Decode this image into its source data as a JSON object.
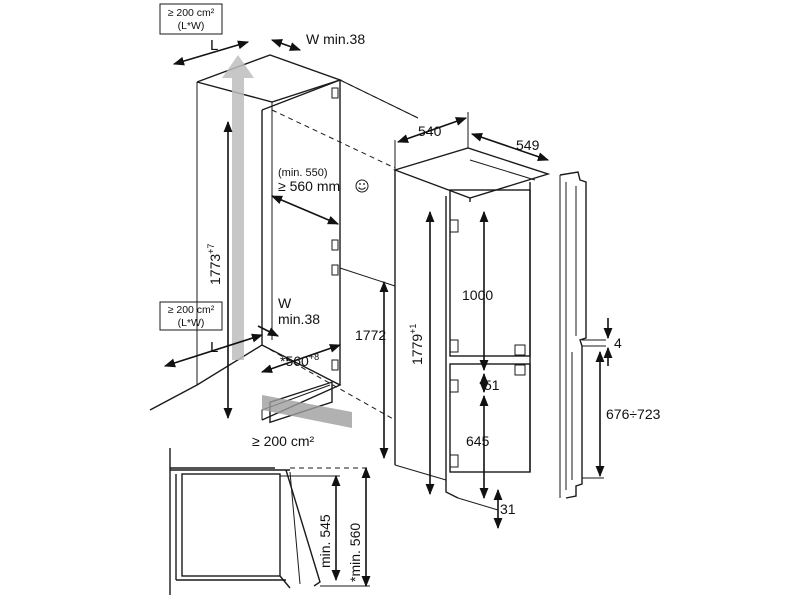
{
  "colors": {
    "line": "#1a1a1a",
    "airflow": "#bdbdbd",
    "airflow_dark": "#9e9e9e",
    "background": "#ffffff"
  },
  "icons": {
    "smiley": "smiley-icon",
    "airflow_arrow": "airflow-arrow-icon"
  },
  "labels": {
    "vent_top_line1": "≥ 200 cm²",
    "vent_top_line2": "(L*W)",
    "vent_mid_line1": "≥ 200 cm²",
    "vent_mid_line2": "(L*W)",
    "l_top": "L",
    "w_top": "W min.38",
    "l_mid": "L",
    "w_mid_line1": "W",
    "w_mid_line2": "min.38",
    "depth_min_line1": "(min. 550)",
    "depth_min_line2": "≥ 560 mm",
    "niche_height": "1773",
    "niche_height_tol": "+7",
    "niche_width": "*560",
    "niche_width_tol": "+8",
    "vent_bottom": "≥ 200 cm²",
    "appliance_height_ref": "1772",
    "width_540": "540",
    "depth_549": "549",
    "appliance_height": "1779",
    "appliance_height_tol": "+1",
    "fridge_height": "1000",
    "gap_51": "51",
    "freezer_height": "645",
    "bottom_31": "31",
    "rail_gap_4": "4",
    "door_range": "676÷723",
    "plan_min_545": "min. 545",
    "plan_min_560": "*min. 560"
  }
}
